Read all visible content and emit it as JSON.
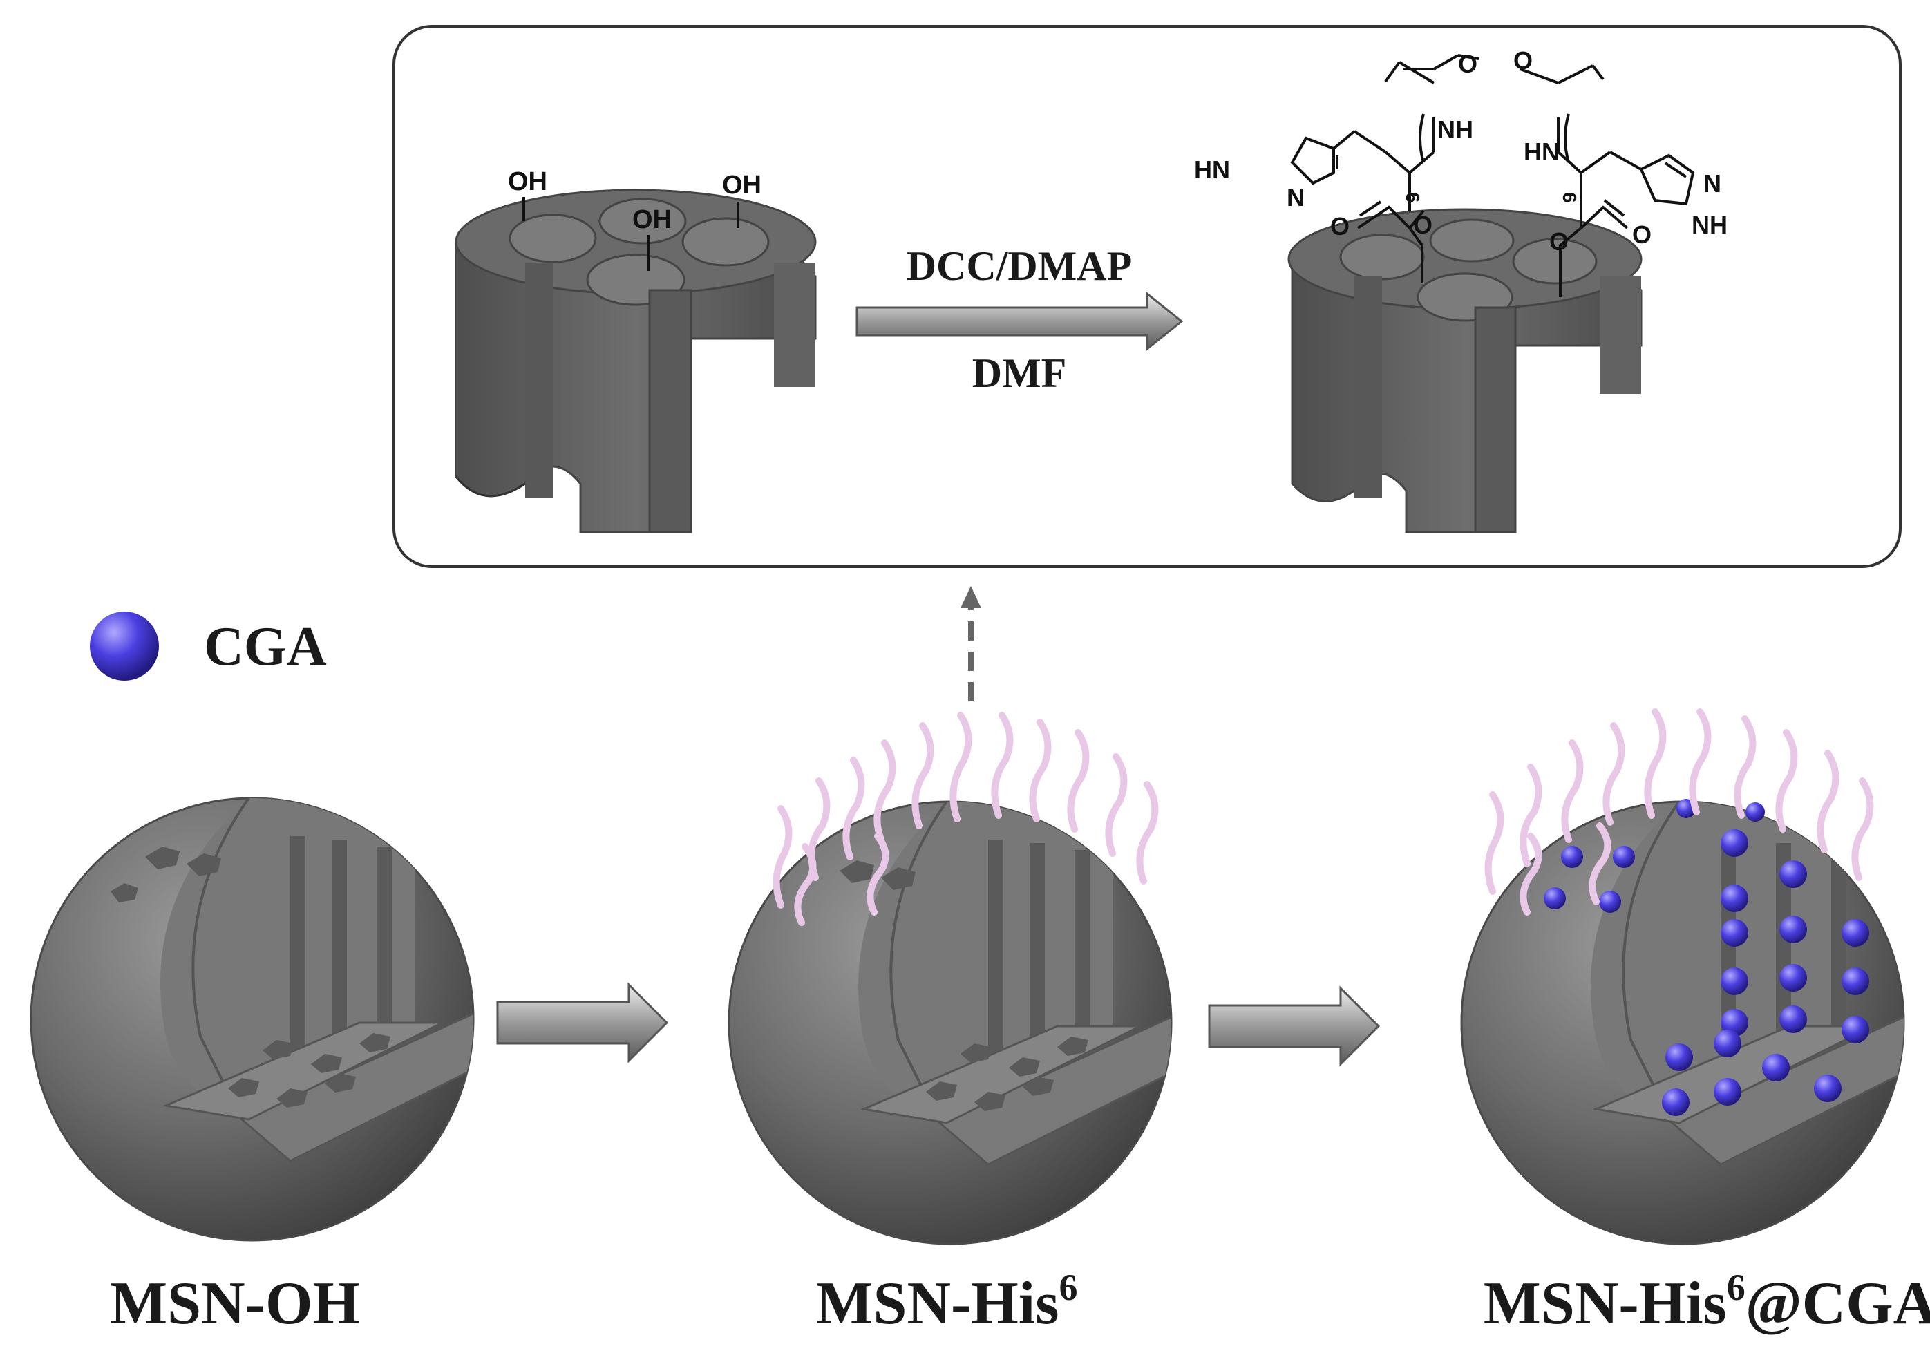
{
  "inset": {
    "reagent_top": "DCC/DMAP",
    "reagent_bottom": "DMF",
    "left_groups": [
      "OH",
      "OH",
      "OH"
    ],
    "chem": {
      "hn": "HN",
      "nh": "NH",
      "n": "N",
      "o": "O",
      "repeat": "6"
    }
  },
  "legend": {
    "label": "CGA",
    "color": "#4a3fe0"
  },
  "stages": [
    {
      "name": "MSN-OH",
      "suffix": ""
    },
    {
      "name": "MSN-His",
      "sup": "6",
      "suffix": ""
    },
    {
      "name": "MSN-His",
      "sup": "6",
      "suffix": "@CGA"
    }
  ],
  "colors": {
    "silica": "#6f6f6f",
    "chain": "#e8c8e6",
    "drug": "#4a3fe0"
  }
}
